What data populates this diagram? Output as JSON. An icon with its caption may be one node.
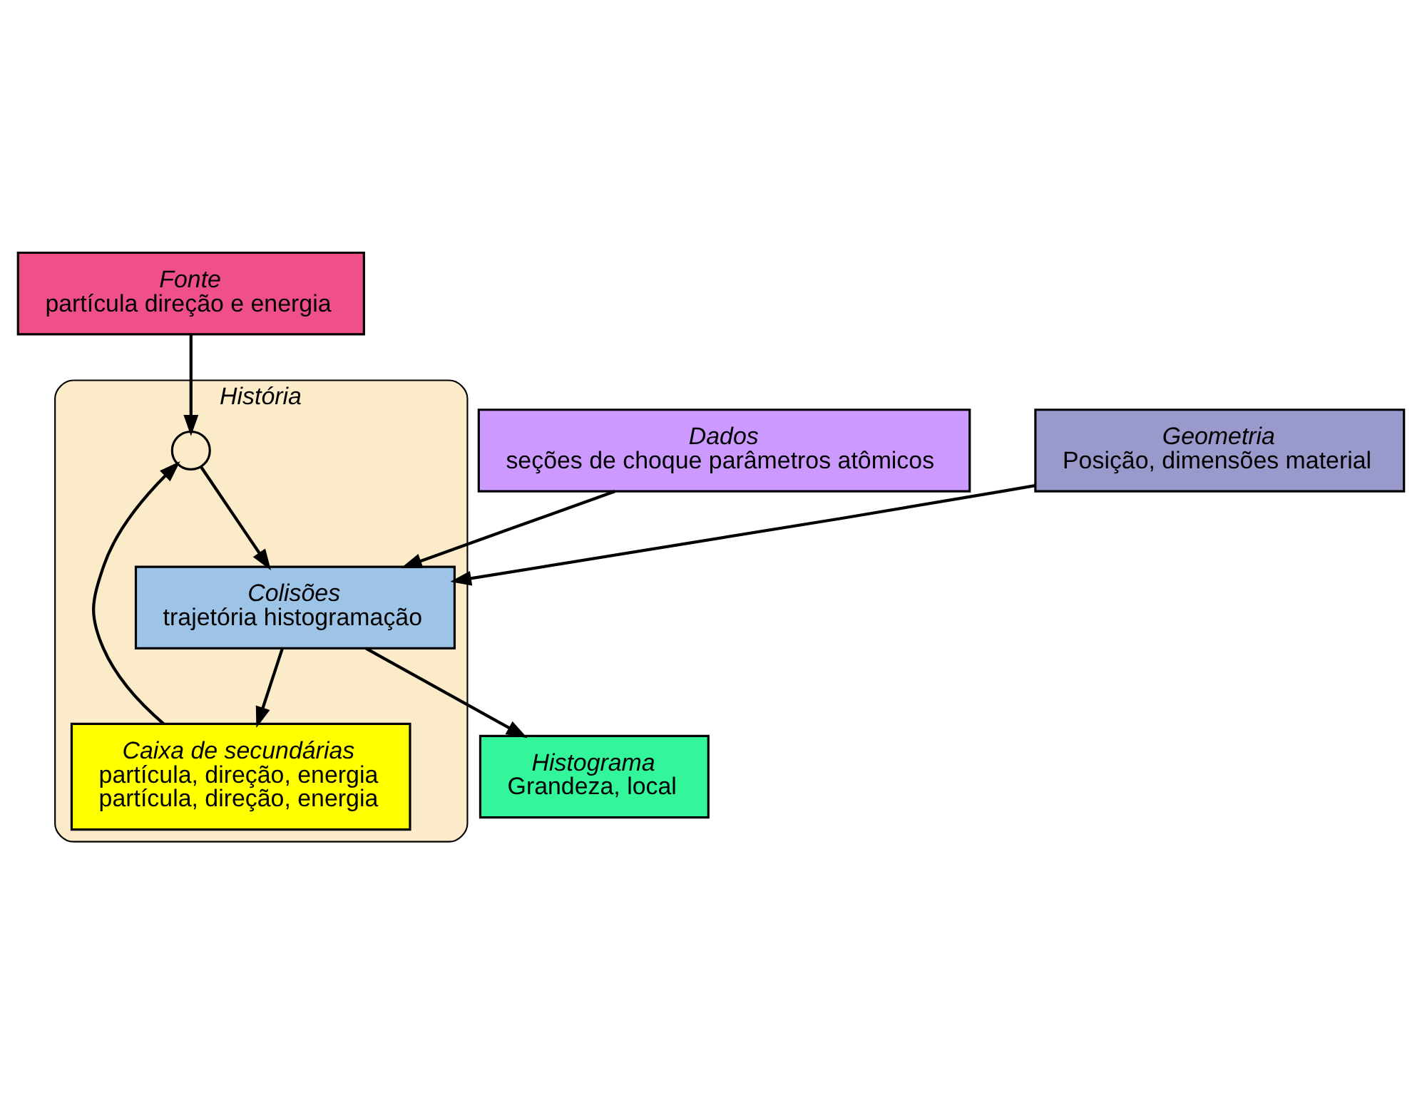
{
  "diagram": {
    "nodes": [
      {
        "text": [
          "Fonte",
          "partícula direção e energia"
        ]
      },
      {
        "text": [
          "História"
        ]
      },
      {
        "text": [],
        "shape": "circle",
        "in": 1
      },
      {
        "text": [
          "Colisões",
          "trajetória histogramação"
        ],
        "in": 1
      },
      {
        "text": [
          "Caixa de secundárias",
          "partícula, direção, energia",
          "partícula, direção, energia"
        ],
        "in": 1
      },
      {
        "text": [
          "Dados",
          "seções de choque parâmetros atômicos"
        ]
      },
      {
        "text": [
          "Geometria",
          "Posição, dimensões material"
        ]
      },
      {
        "text": [
          "Histograma",
          "Grandeza, local"
        ]
      }
    ],
    "edges": [
      {
        "from": 0,
        "to": 2,
        "arrow": "to"
      },
      {
        "from": 4,
        "to": 2,
        "arrow": "to"
      },
      {
        "from": 2,
        "to": 3,
        "arrow": "to"
      },
      {
        "from": 3,
        "to": 4,
        "arrow": "to"
      },
      {
        "from": 5,
        "to": 3,
        "arrow": "to"
      },
      {
        "from": 6,
        "to": 3,
        "arrow": "to"
      },
      {
        "from": 3,
        "to": 7,
        "arrow": "to"
      }
    ]
  }
}
